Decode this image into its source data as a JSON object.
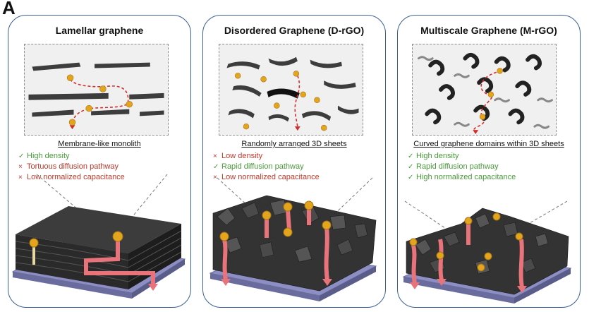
{
  "panel_letter": "A",
  "panels": [
    {
      "title": "Lamellar graphene",
      "subtitle": "Membrane-like monolith",
      "properties": [
        {
          "mark": "✓",
          "type": "positive",
          "text": "High density"
        },
        {
          "mark": "×",
          "type": "negative",
          "text": "Tortuous diffusion pathway"
        },
        {
          "mark": "×",
          "type": "negative",
          "text": "Low normalized capacitance"
        }
      ]
    },
    {
      "title": "Disordered Graphene (D-rGO)",
      "subtitle": "Randomly arranged 3D sheets",
      "properties": [
        {
          "mark": "×",
          "type": "negative",
          "text": "Low density"
        },
        {
          "mark": "✓",
          "type": "positive",
          "text": "Rapid diffusion pathway"
        },
        {
          "mark": "×",
          "type": "negative",
          "text": "Low normalized capacitance"
        }
      ]
    },
    {
      "title": "Multiscale Graphene (M-rGO)",
      "subtitle": "Curved graphene domains within 3D sheets",
      "properties": [
        {
          "mark": "✓",
          "type": "positive",
          "text": "High density"
        },
        {
          "mark": "✓",
          "type": "positive",
          "text": "Rapid diffusion pathway"
        },
        {
          "mark": "✓",
          "type": "positive",
          "text": "High normalized capacitance"
        }
      ]
    }
  ],
  "colors": {
    "panel_border": "#3a5f96",
    "positive": "#4a9a3a",
    "negative": "#c0392b",
    "graphene": "#3d3d3d",
    "ion": "#e3a51c",
    "pathway": "#e8737a",
    "substrate": "#8d8fc4"
  },
  "icons": [
    "check-icon",
    "cross-icon",
    "ion-sphere-icon",
    "pathway-arrow-icon"
  ]
}
